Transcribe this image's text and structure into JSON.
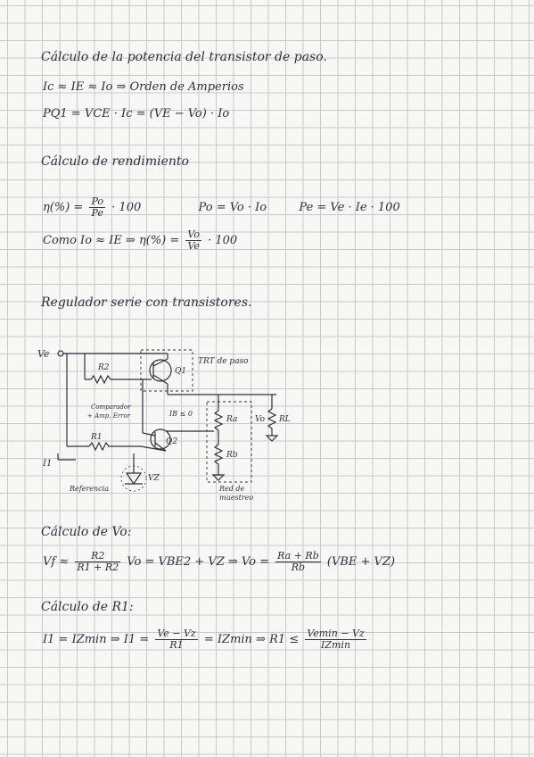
{
  "sections": {
    "potencia": {
      "title": "Cálculo de la potencia del transistor de paso.",
      "eq1": "Ic ≈ IE ≈ Io  ⇒ Orden de Amperios",
      "eq2": "PQ1 = VCE · Ic = (VE − Vo) · Io"
    },
    "rendimiento": {
      "title": "Cálculo de rendimiento",
      "eta_lhs": "η(%) =",
      "eta_num": "Po",
      "eta_den": "Pe",
      "eta_tail": "· 100",
      "po": "Po = Vo · Io",
      "pe": "Pe = Ve · Ie · 100",
      "como_lhs": "Como Io ≈ IE ⇒ η(%) =",
      "como_num": "Vo",
      "como_den": "Ve",
      "como_tail": "· 100"
    },
    "regulador": {
      "title": "Regulador serie con transistores."
    },
    "vo": {
      "title": "Cálculo de Vo:",
      "lhs": "Vf ≈",
      "num1": "R2",
      "den1": "R1 + R2",
      "mid": "Vo = VBE2 + VZ ⇒ Vo =",
      "num2": "Ra + Rb",
      "den2": "Rb",
      "tail": "(VBE + VZ)"
    },
    "r1": {
      "title": "Cálculo de R1:",
      "lhs": "I1 = IZmin ⇒ I1 =",
      "num1": "Ve − Vz",
      "den1": "R1",
      "mid": "= IZmin ⇒ R1 ≤",
      "num2": "Vemin − Vz",
      "den2": "IZmin"
    }
  },
  "circuit": {
    "ve": "Ve",
    "r2": "R2",
    "q1": "Q1",
    "trt": "TRT de paso",
    "comp": "Comparador",
    "amp": "+ Amp. Error",
    "ib": "IB ≤ 0",
    "ra": "Ra",
    "vo": "Vo",
    "rl": "RL",
    "q2": "Q2",
    "r1": "R1",
    "i1": "I1",
    "rb": "Rb",
    "ref": "Referencia",
    "vz": "VZ",
    "red1": "Red de",
    "red2": "muestreo"
  },
  "colors": {
    "ink": "#2f2f40",
    "grid": "#c9c9cc",
    "paper": "#f7f7f5"
  }
}
